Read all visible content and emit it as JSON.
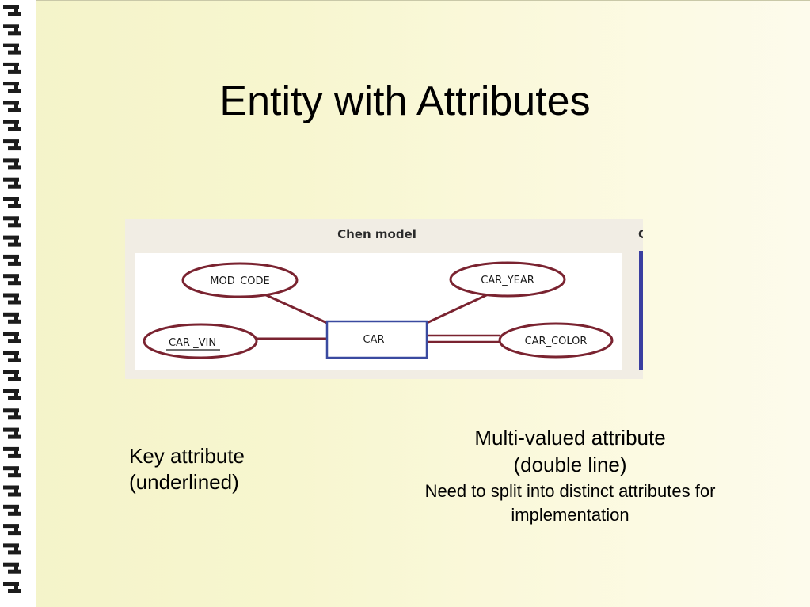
{
  "slide": {
    "title": "Entity with Attributes"
  },
  "figure": {
    "heading": "Chen model",
    "cut_heading": "C",
    "entity": {
      "label": "CAR"
    },
    "attributes": [
      {
        "id": "mod_code",
        "label": "MOD_CODE"
      },
      {
        "id": "car_year",
        "label": "CAR_YEAR"
      },
      {
        "id": "car_vin",
        "label": "CAR _VIN",
        "key": true
      },
      {
        "id": "car_color",
        "label": "CAR_COLOR",
        "multivalued": true
      }
    ],
    "colors": {
      "attribute_stroke": "#7a2330",
      "entity_stroke": "#3a4aa0",
      "link_stroke": "#7a2330"
    }
  },
  "notes": {
    "key_line1": "Key attribute",
    "key_line2": "(underlined)",
    "multi_line1": "Multi-valued attribute",
    "multi_line2": "(double line)",
    "multi_line3": "Need to split into distinct attributes for",
    "multi_line4": "implementation"
  }
}
